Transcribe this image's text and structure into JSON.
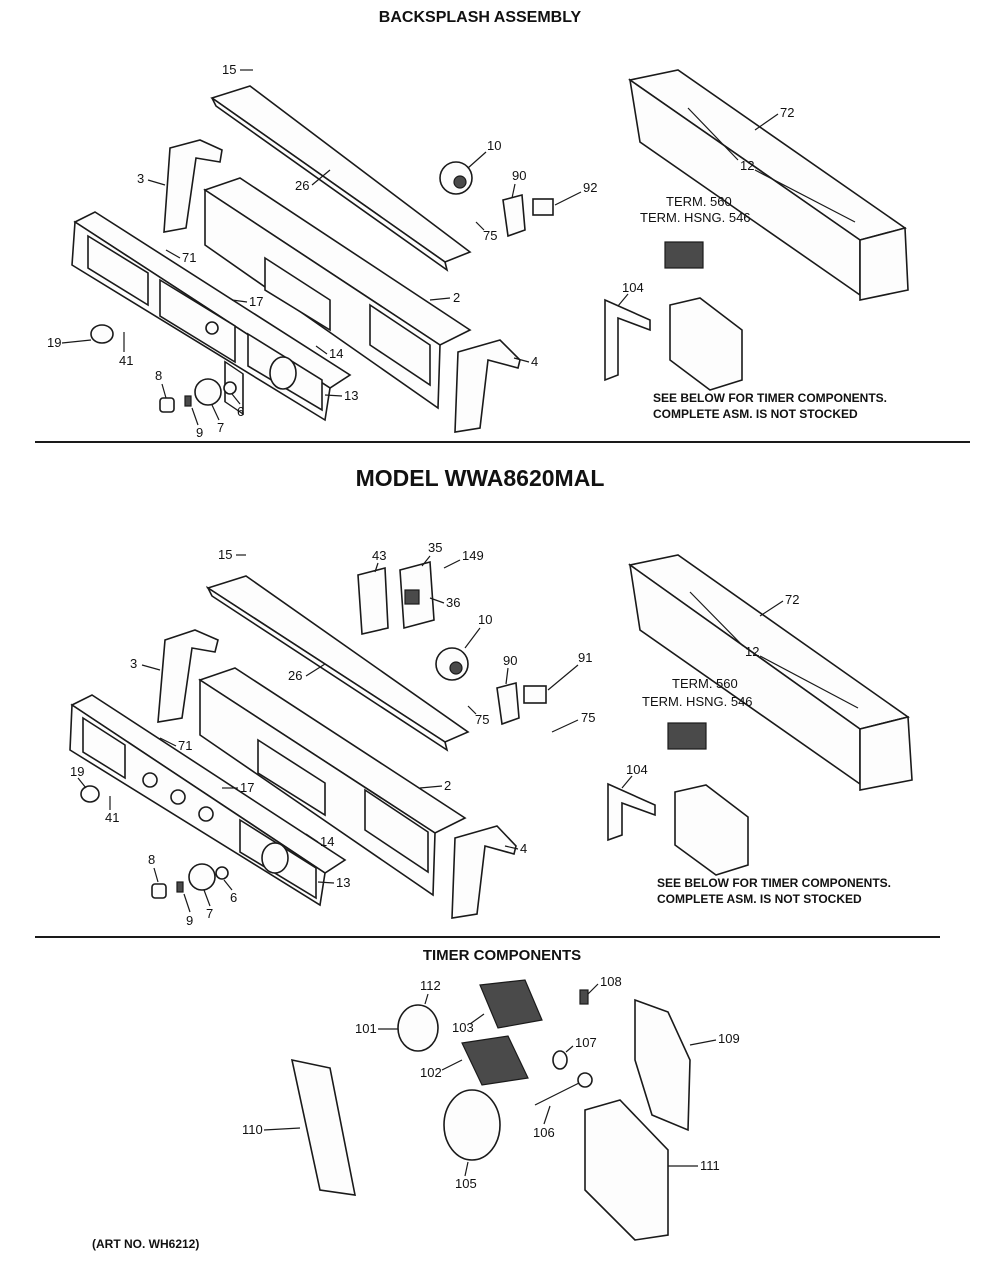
{
  "headings": {
    "top": "BACKSPLASH ASSEMBLY",
    "model": "MODEL WWA8620MAL",
    "timer": "TIMER COMPONENTS"
  },
  "notes": {
    "timer_line1": "SEE BELOW FOR TIMER COMPONENTS.",
    "timer_line2": "COMPLETE ASM. IS NOT STOCKED",
    "term": "TERM. 560",
    "term_housing": "TERM. HSNG. 546",
    "art_no": "(ART NO. WH6212)"
  },
  "callouts": {
    "top": [
      "15",
      "3",
      "26",
      "2",
      "71",
      "17",
      "19",
      "41",
      "14",
      "8",
      "9",
      "7",
      "6",
      "13",
      "4",
      "10",
      "90",
      "92",
      "75",
      "72",
      "12",
      "104"
    ],
    "model": [
      "15",
      "43",
      "35",
      "149",
      "36",
      "10",
      "3",
      "26",
      "90",
      "91",
      "75",
      "75",
      "71",
      "2",
      "19",
      "17",
      "41",
      "14",
      "4",
      "8",
      "9",
      "7",
      "6",
      "13",
      "72",
      "12",
      "104"
    ],
    "timer": [
      "112",
      "101",
      "103",
      "108",
      "107",
      "109",
      "102",
      "110",
      "106",
      "105",
      "111"
    ]
  }
}
